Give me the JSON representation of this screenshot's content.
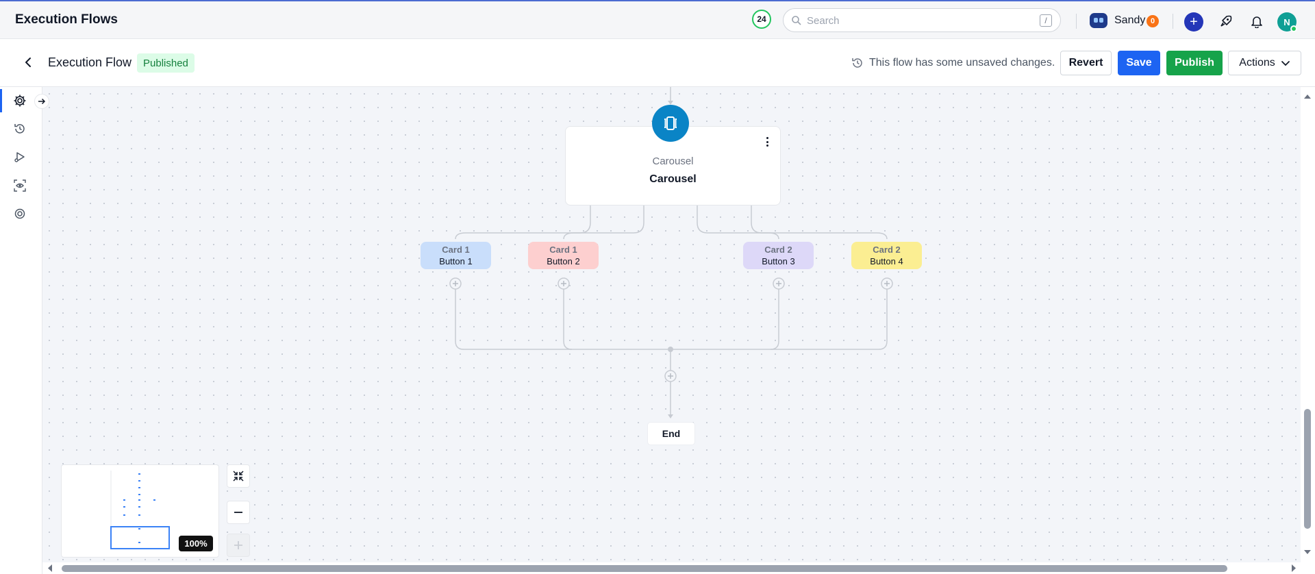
{
  "header": {
    "app_title": "Execution Flows",
    "notification_count": "24",
    "search_placeholder": "Search",
    "search_shortcut": "/",
    "user_name": "Sandy",
    "user_badge": "0",
    "avatar_initial": "N"
  },
  "subheader": {
    "flow_title": "Execution Flow",
    "status": "Published",
    "unsaved_message": "This flow has some unsaved changes.",
    "revert_label": "Revert",
    "save_label": "Save",
    "publish_label": "Publish",
    "actions_label": "Actions"
  },
  "flow": {
    "carousel_node": {
      "type": "Carousel",
      "name": "Carousel"
    },
    "buttons": [
      {
        "card": "Card 1",
        "button": "Button 1",
        "color": "#c9defb"
      },
      {
        "card": "Card 1",
        "button": "Button 2",
        "color": "#fdcfcf"
      },
      {
        "card": "Card 2",
        "button": "Button 3",
        "color": "#ddd8f8"
      },
      {
        "card": "Card 2",
        "button": "Button 4",
        "color": "#fbee92"
      }
    ],
    "end_label": "End"
  },
  "canvas_controls": {
    "zoom": "100%"
  },
  "colors": {
    "accent": "#1d64f2",
    "publish": "#16a34a",
    "carousel_node": "#0a84c6",
    "published_badge": "#dcfce7"
  }
}
